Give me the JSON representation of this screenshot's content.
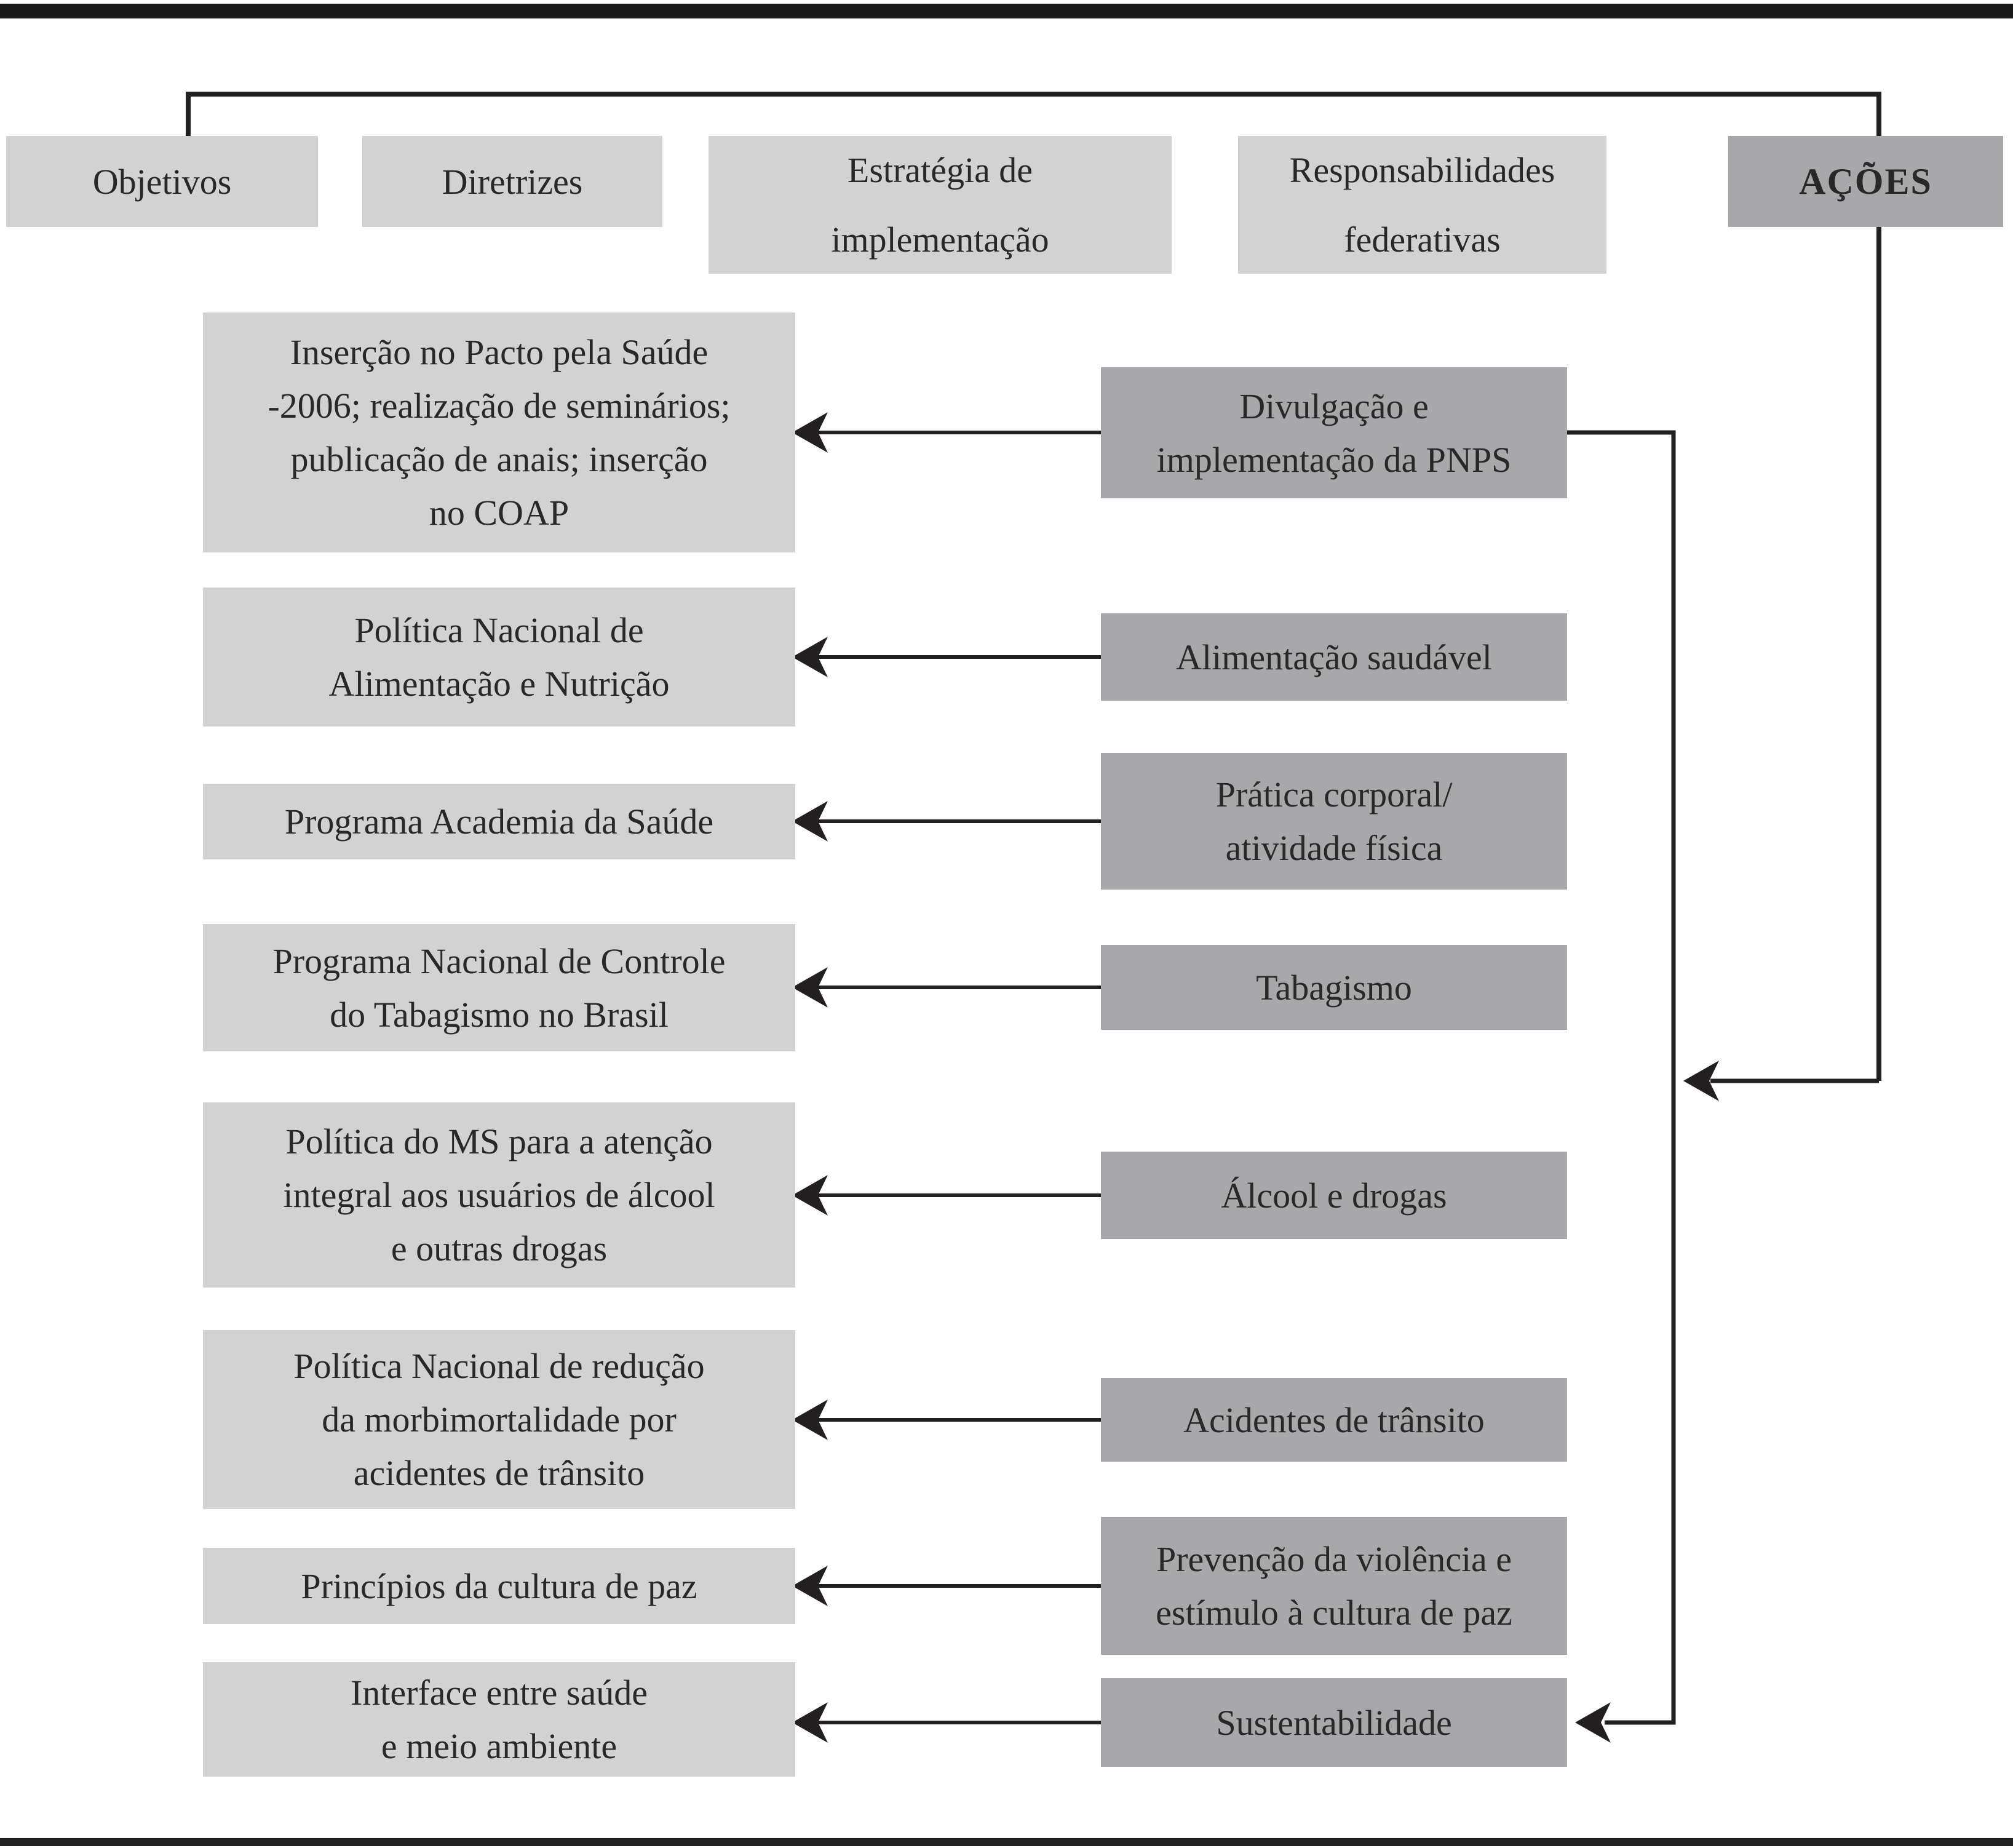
{
  "figure": {
    "description_language": "pt-BR"
  },
  "header": {
    "columns": [
      {
        "label": "Objetivos"
      },
      {
        "label": "Diretrizes"
      },
      {
        "label": "Estratégia de\nimplementação"
      },
      {
        "label": "Responsabilidades\nfederativas"
      },
      {
        "label": "AÇÕES"
      }
    ]
  },
  "programs": [
    {
      "label": "Inserção no Pacto pela Saúde\n-2006; realização de seminários;\npublicação de anais; inserção\nno COAP"
    },
    {
      "label": "Política Nacional de\nAlimentação e Nutrição"
    },
    {
      "label": "Programa Academia da Saúde"
    },
    {
      "label": "Programa Nacional de Controle\ndo Tabagismo no Brasil"
    },
    {
      "label": "Política do MS para a atenção\nintegral aos usuários de álcool\ne outras drogas"
    },
    {
      "label": "Política Nacional de redução\nda morbimortalidade por\nacidentes de trânsito"
    },
    {
      "label": "Princípios da cultura de paz"
    },
    {
      "label": "Interface entre saúde\ne meio ambiente"
    }
  ],
  "actions": [
    {
      "label": "Divulgação e\nimplementação da PNPS"
    },
    {
      "label": "Alimentação saudável"
    },
    {
      "label": "Prática corporal/\natividade física"
    },
    {
      "label": "Tabagismo"
    },
    {
      "label": "Álcool e drogas"
    },
    {
      "label": "Acidentes de trânsito"
    },
    {
      "label": "Prevenção da violência e\nestímulo à cultura de paz"
    },
    {
      "label": "Sustentabilidade"
    }
  ],
  "colors": {
    "box_light": "#d2d2d3",
    "box_dark": "#a8a8aa",
    "line": "#231f20",
    "text": "#282828",
    "rule_top": "#191919",
    "rule_bottom": "#222222",
    "background": "#ffffff"
  }
}
